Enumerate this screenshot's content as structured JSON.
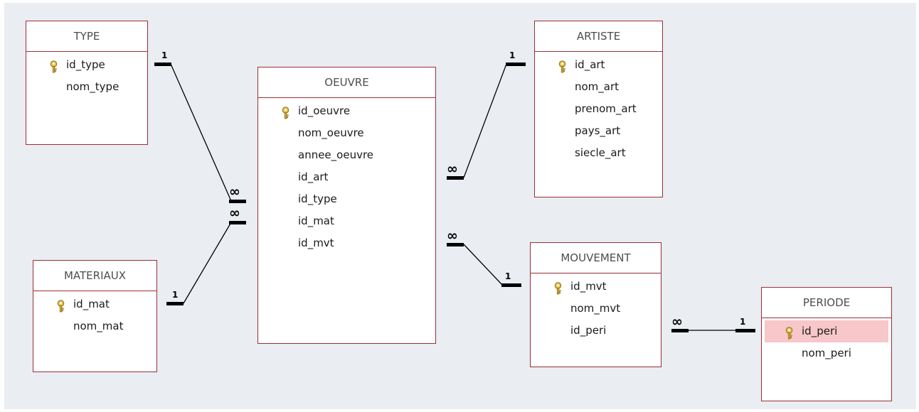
{
  "tables": {
    "type": {
      "title": "TYPE",
      "fields": [
        {
          "name": "id_type",
          "key": true
        },
        {
          "name": "nom_type"
        }
      ]
    },
    "oeuvre": {
      "title": "OEUVRE",
      "fields": [
        {
          "name": "id_oeuvre",
          "key": true
        },
        {
          "name": "nom_oeuvre"
        },
        {
          "name": "annee_oeuvre"
        },
        {
          "name": "id_art"
        },
        {
          "name": "id_type"
        },
        {
          "name": "id_mat"
        },
        {
          "name": "id_mvt"
        }
      ]
    },
    "artiste": {
      "title": "ARTISTE",
      "fields": [
        {
          "name": "id_art",
          "key": true
        },
        {
          "name": "nom_art"
        },
        {
          "name": "prenom_art"
        },
        {
          "name": "pays_art"
        },
        {
          "name": "siecle_art"
        }
      ]
    },
    "materiaux": {
      "title": "MATERIAUX",
      "fields": [
        {
          "name": "id_mat",
          "key": true
        },
        {
          "name": "nom_mat"
        }
      ]
    },
    "mouvement": {
      "title": "MOUVEMENT",
      "fields": [
        {
          "name": "id_mvt",
          "key": true
        },
        {
          "name": "nom_mvt"
        },
        {
          "name": "id_peri"
        }
      ]
    },
    "periode": {
      "title": "PERIODE",
      "fields": [
        {
          "name": "id_peri",
          "key": true,
          "highlighted": true
        },
        {
          "name": "nom_peri"
        }
      ]
    }
  },
  "relationships": [
    {
      "one_side": "type",
      "many_side": "oeuvre",
      "one_label": "1",
      "many_label": "∞"
    },
    {
      "one_side": "materiaux",
      "many_side": "oeuvre",
      "one_label": "1",
      "many_label": "∞"
    },
    {
      "one_side": "artiste",
      "many_side": "oeuvre",
      "one_label": "1",
      "many_label": "∞"
    },
    {
      "one_side": "mouvement",
      "many_side": "oeuvre",
      "one_label": "1",
      "many_label": "∞"
    },
    {
      "one_side": "periode",
      "many_side": "mouvement",
      "one_label": "1",
      "many_label": "∞"
    }
  ],
  "colors": {
    "border": "#9b2f36",
    "canvas": "#eaedf1",
    "highlight": "#f7c7c9",
    "key": "#d9b23a"
  }
}
